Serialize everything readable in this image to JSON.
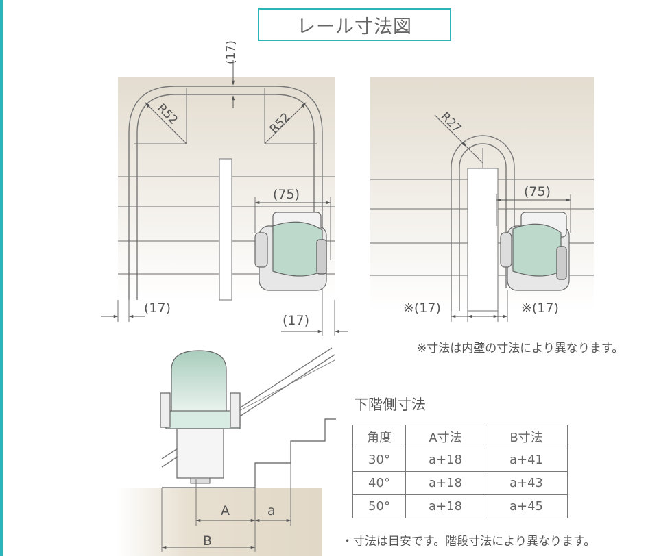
{
  "title": "レール寸法図",
  "left_view": {
    "top_gap": "(17)",
    "radius_left": "R52",
    "radius_right": "R52",
    "chair_width": "(75)",
    "left_gap": "(17)",
    "right_gap": "(17)"
  },
  "right_view": {
    "radius": "R27",
    "chair_width": "(75)",
    "left_gap": "※(17)",
    "right_gap": "※(17)"
  },
  "note_inner_wall": "※寸法は内壁の寸法により異なります。",
  "side_view": {
    "label_a_dim": "A",
    "label_a_small": "a",
    "label_b_dim": "B"
  },
  "table": {
    "heading": "下階側寸法",
    "headers": [
      "角度",
      "A寸法",
      "B寸法"
    ],
    "rows": [
      [
        "30°",
        "a+18",
        "a+41"
      ],
      [
        "40°",
        "a+18",
        "a+43"
      ],
      [
        "50°",
        "a+18",
        "a+45"
      ]
    ]
  },
  "note_bottom": "・寸法は目安です。階段寸法により異なります。",
  "colors": {
    "accent": "#2bb5b6",
    "seat_green": "#bfdccf",
    "wall_beige": "#e4ddd0"
  }
}
